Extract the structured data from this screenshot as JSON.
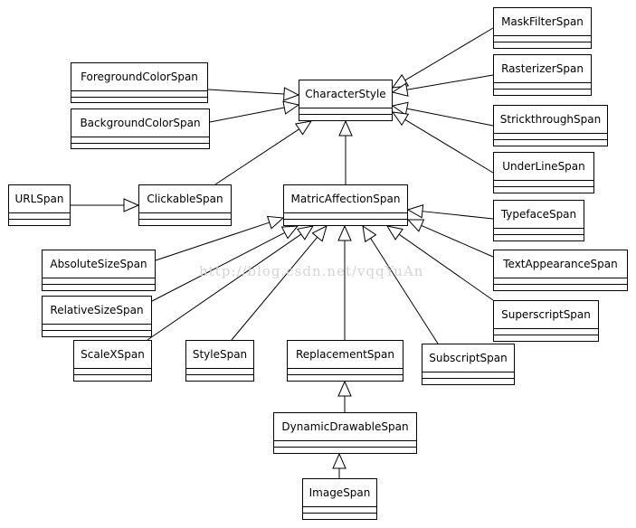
{
  "classes": [
    {
      "id": "mask-filter-span",
      "label": "MaskFilterSpan"
    },
    {
      "id": "rasterizer-span",
      "label": "RasterizerSpan"
    },
    {
      "id": "strikethrough-span",
      "label": "StrickthroughSpan"
    },
    {
      "id": "underline-span",
      "label": "UnderLineSpan"
    },
    {
      "id": "foreground-color-span",
      "label": "ForegroundColorSpan"
    },
    {
      "id": "background-color-span",
      "label": "BackgroundColorSpan"
    },
    {
      "id": "character-style",
      "label": "CharacterStyle"
    },
    {
      "id": "url-span",
      "label": "URLSpan"
    },
    {
      "id": "clickable-span",
      "label": "ClickableSpan"
    },
    {
      "id": "metric-affecting-span",
      "label": "MatricAffectionSpan"
    },
    {
      "id": "typeface-span",
      "label": "TypefaceSpan"
    },
    {
      "id": "text-appearance-span",
      "label": "TextAppearanceSpan"
    },
    {
      "id": "superscript-span",
      "label": "SuperscriptSpan"
    },
    {
      "id": "subscript-span",
      "label": "SubscriptSpan"
    },
    {
      "id": "absolute-size-span",
      "label": "AbsoluteSizeSpan"
    },
    {
      "id": "relative-size-span",
      "label": "RelativeSizeSpan"
    },
    {
      "id": "scale-x-span",
      "label": "ScaleXSpan"
    },
    {
      "id": "style-span",
      "label": "StyleSpan"
    },
    {
      "id": "replacement-span",
      "label": "ReplacementSpan"
    },
    {
      "id": "dynamic-drawable-span",
      "label": "DynamicDrawableSpan"
    },
    {
      "id": "image-span",
      "label": "ImageSpan"
    }
  ],
  "relations": [
    {
      "from": "mask-filter-span",
      "to": "character-style"
    },
    {
      "from": "rasterizer-span",
      "to": "character-style"
    },
    {
      "from": "strikethrough-span",
      "to": "character-style"
    },
    {
      "from": "underline-span",
      "to": "character-style"
    },
    {
      "from": "foreground-color-span",
      "to": "character-style"
    },
    {
      "from": "background-color-span",
      "to": "character-style"
    },
    {
      "from": "clickable-span",
      "to": "character-style"
    },
    {
      "from": "metric-affecting-span",
      "to": "character-style"
    },
    {
      "from": "url-span",
      "to": "clickable-span"
    },
    {
      "from": "typeface-span",
      "to": "metric-affecting-span"
    },
    {
      "from": "text-appearance-span",
      "to": "metric-affecting-span"
    },
    {
      "from": "superscript-span",
      "to": "metric-affecting-span"
    },
    {
      "from": "subscript-span",
      "to": "metric-affecting-span"
    },
    {
      "from": "absolute-size-span",
      "to": "metric-affecting-span"
    },
    {
      "from": "relative-size-span",
      "to": "metric-affecting-span"
    },
    {
      "from": "scale-x-span",
      "to": "metric-affecting-span"
    },
    {
      "from": "style-span",
      "to": "metric-affecting-span"
    },
    {
      "from": "replacement-span",
      "to": "metric-affecting-span"
    },
    {
      "from": "dynamic-drawable-span",
      "to": "replacement-span"
    },
    {
      "from": "image-span",
      "to": "dynamic-drawable-span"
    }
  ],
  "watermark": "http://blog.csdn.net/vqqYuAn"
}
